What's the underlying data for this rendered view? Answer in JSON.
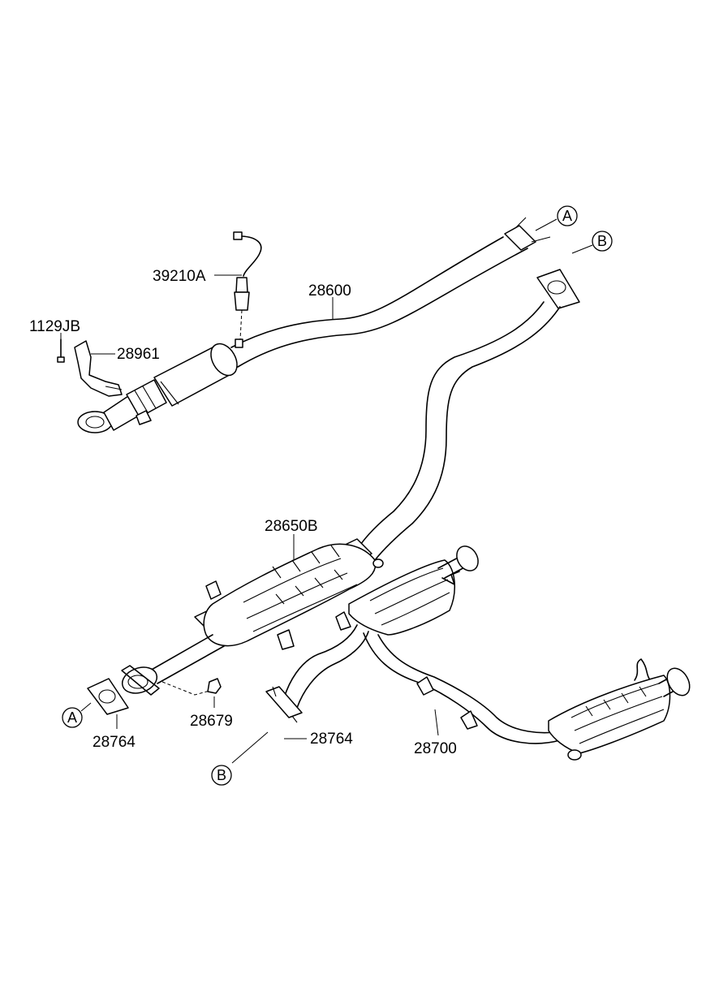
{
  "labels": {
    "o2_sensor": "39210A",
    "front_pipe": "28600",
    "bolt": "1129JB",
    "bracket": "28961",
    "catalytic_converter": "28650B",
    "nut": "28679",
    "gasket_a": "28764",
    "gasket_b": "28764",
    "rear_muffler_assy": "28700"
  },
  "callouts": {
    "a_top": "A",
    "b_top": "B",
    "a_bottom": "A",
    "b_bottom": "B"
  }
}
